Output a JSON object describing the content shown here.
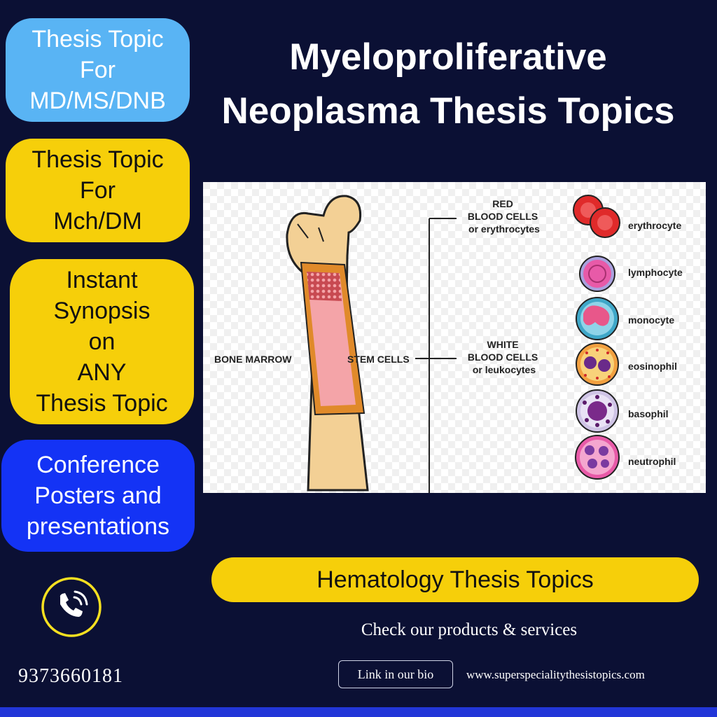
{
  "side_buttons": [
    {
      "lines": [
        "Thesis Topic",
        "For",
        "MD/MS/DNB"
      ],
      "color": "#59b4f4"
    },
    {
      "lines": [
        "Thesis Topic",
        "For",
        "Mch/DM"
      ],
      "color": "#f6cf0a"
    },
    {
      "lines": [
        "Instant",
        "Synopsis",
        "on",
        "ANY",
        "Thesis Topic"
      ],
      "color": "#f6cf0a"
    },
    {
      "lines": [
        "Conference",
        "Posters and",
        "presentations"
      ],
      "color": "#1433f5"
    }
  ],
  "title": {
    "line1": "Myeloproliferative",
    "line2": "Neoplasma Thesis Topics"
  },
  "diagram": {
    "bone_marrow": "BONE MARROW",
    "stem_cells": "STEM CELLS",
    "red_group": [
      "RED",
      "BLOOD CELLS",
      "or erythrocytes"
    ],
    "white_group": [
      "WHITE",
      "BLOOD CELLS",
      "or leukocytes"
    ],
    "cells": [
      "erythrocyte",
      "lymphocyte",
      "monocyte",
      "eosinophil",
      "basophil",
      "neutrophil"
    ]
  },
  "banner": "Hematology Thesis Topics",
  "cta": "Check our products & services",
  "bio_link": "Link in our bio",
  "website": "www.superspecialitythesistopics.com",
  "phone": "9373660181",
  "icons": {
    "phone": "phone-call-icon"
  },
  "colors": {
    "background": "#0b1034",
    "yellow": "#f6cf0a",
    "light_blue": "#59b4f4",
    "blue": "#1433f5"
  }
}
